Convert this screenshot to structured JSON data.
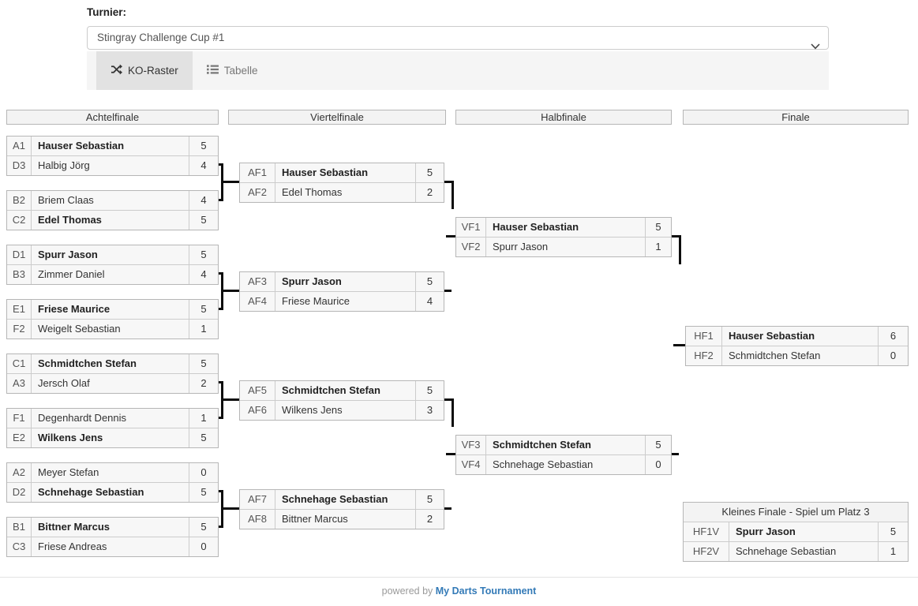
{
  "toolbar": {
    "tournament_label": "Turnier:",
    "tournament_select_value": "Stingray Challenge Cup #1",
    "select_chevron_icon": "chevron-down-icon",
    "tabs": [
      {
        "label": "KO-Raster",
        "icon": "shuffle-icon",
        "active": true
      },
      {
        "label": "Tabelle",
        "icon": "list-icon",
        "active": false
      }
    ]
  },
  "bracket": {
    "rounds": [
      {
        "title": "Achtelfinale",
        "matches": [
          {
            "rows": [
              {
                "code": "A1",
                "name": "Hauser Sebastian",
                "score": "5",
                "winner": true
              },
              {
                "code": "D3",
                "name": "Halbig Jörg",
                "score": "4",
                "winner": false
              }
            ]
          },
          {
            "rows": [
              {
                "code": "B2",
                "name": "Briem Claas",
                "score": "4",
                "winner": false
              },
              {
                "code": "C2",
                "name": "Edel Thomas",
                "score": "5",
                "winner": true
              }
            ]
          },
          {
            "rows": [
              {
                "code": "D1",
                "name": "Spurr Jason",
                "score": "5",
                "winner": true
              },
              {
                "code": "B3",
                "name": "Zimmer Daniel",
                "score": "4",
                "winner": false
              }
            ]
          },
          {
            "rows": [
              {
                "code": "E1",
                "name": "Friese Maurice",
                "score": "5",
                "winner": true
              },
              {
                "code": "F2",
                "name": "Weigelt Sebastian",
                "score": "1",
                "winner": false
              }
            ]
          },
          {
            "rows": [
              {
                "code": "C1",
                "name": "Schmidtchen Stefan",
                "score": "5",
                "winner": true
              },
              {
                "code": "A3",
                "name": "Jersch Olaf",
                "score": "2",
                "winner": false
              }
            ]
          },
          {
            "rows": [
              {
                "code": "F1",
                "name": "Degenhardt Dennis",
                "score": "1",
                "winner": false
              },
              {
                "code": "E2",
                "name": "Wilkens Jens",
                "score": "5",
                "winner": true
              }
            ]
          },
          {
            "rows": [
              {
                "code": "A2",
                "name": "Meyer Stefan",
                "score": "0",
                "winner": false
              },
              {
                "code": "D2",
                "name": "Schnehage Sebastian",
                "score": "5",
                "winner": true
              }
            ]
          },
          {
            "rows": [
              {
                "code": "B1",
                "name": "Bittner Marcus",
                "score": "5",
                "winner": true
              },
              {
                "code": "C3",
                "name": "Friese Andreas",
                "score": "0",
                "winner": false
              }
            ]
          }
        ]
      },
      {
        "title": "Viertelfinale",
        "matches": [
          {
            "rows": [
              {
                "code": "AF1",
                "name": "Hauser Sebastian",
                "score": "5",
                "winner": true
              },
              {
                "code": "AF2",
                "name": "Edel Thomas",
                "score": "2",
                "winner": false
              }
            ]
          },
          {
            "rows": [
              {
                "code": "AF3",
                "name": "Spurr Jason",
                "score": "5",
                "winner": true
              },
              {
                "code": "AF4",
                "name": "Friese Maurice",
                "score": "4",
                "winner": false
              }
            ]
          },
          {
            "rows": [
              {
                "code": "AF5",
                "name": "Schmidtchen Stefan",
                "score": "5",
                "winner": true
              },
              {
                "code": "AF6",
                "name": "Wilkens Jens",
                "score": "3",
                "winner": false
              }
            ]
          },
          {
            "rows": [
              {
                "code": "AF7",
                "name": "Schnehage Sebastian",
                "score": "5",
                "winner": true
              },
              {
                "code": "AF8",
                "name": "Bittner Marcus",
                "score": "2",
                "winner": false
              }
            ]
          }
        ]
      },
      {
        "title": "Halbfinale",
        "matches": [
          {
            "rows": [
              {
                "code": "VF1",
                "name": "Hauser Sebastian",
                "score": "5",
                "winner": true
              },
              {
                "code": "VF2",
                "name": "Spurr Jason",
                "score": "1",
                "winner": false
              }
            ]
          },
          {
            "rows": [
              {
                "code": "VF3",
                "name": "Schmidtchen Stefan",
                "score": "5",
                "winner": true
              },
              {
                "code": "VF4",
                "name": "Schnehage Sebastian",
                "score": "0",
                "winner": false
              }
            ]
          }
        ]
      },
      {
        "title": "Finale",
        "matches": [
          {
            "rows": [
              {
                "code": "HF1",
                "name": "Hauser Sebastian",
                "score": "6",
                "winner": true
              },
              {
                "code": "HF2",
                "name": "Schmidtchen Stefan",
                "score": "0",
                "winner": false
              }
            ]
          }
        ]
      }
    ],
    "third_place": {
      "title": "Kleines Finale - Spiel um Platz 3",
      "rows": [
        {
          "code": "HF1V",
          "name": "Spurr Jason",
          "score": "5",
          "winner": true
        },
        {
          "code": "HF2V",
          "name": "Schnehage Sebastian",
          "score": "1",
          "winner": false
        }
      ]
    }
  },
  "footer": {
    "powered_by": "powered by",
    "link_text": "My Darts Tournament"
  },
  "colors": {
    "link_blue": "#337ab7",
    "connector_black": "#0d0d0d",
    "panel_gray": "#f5f5f5"
  }
}
